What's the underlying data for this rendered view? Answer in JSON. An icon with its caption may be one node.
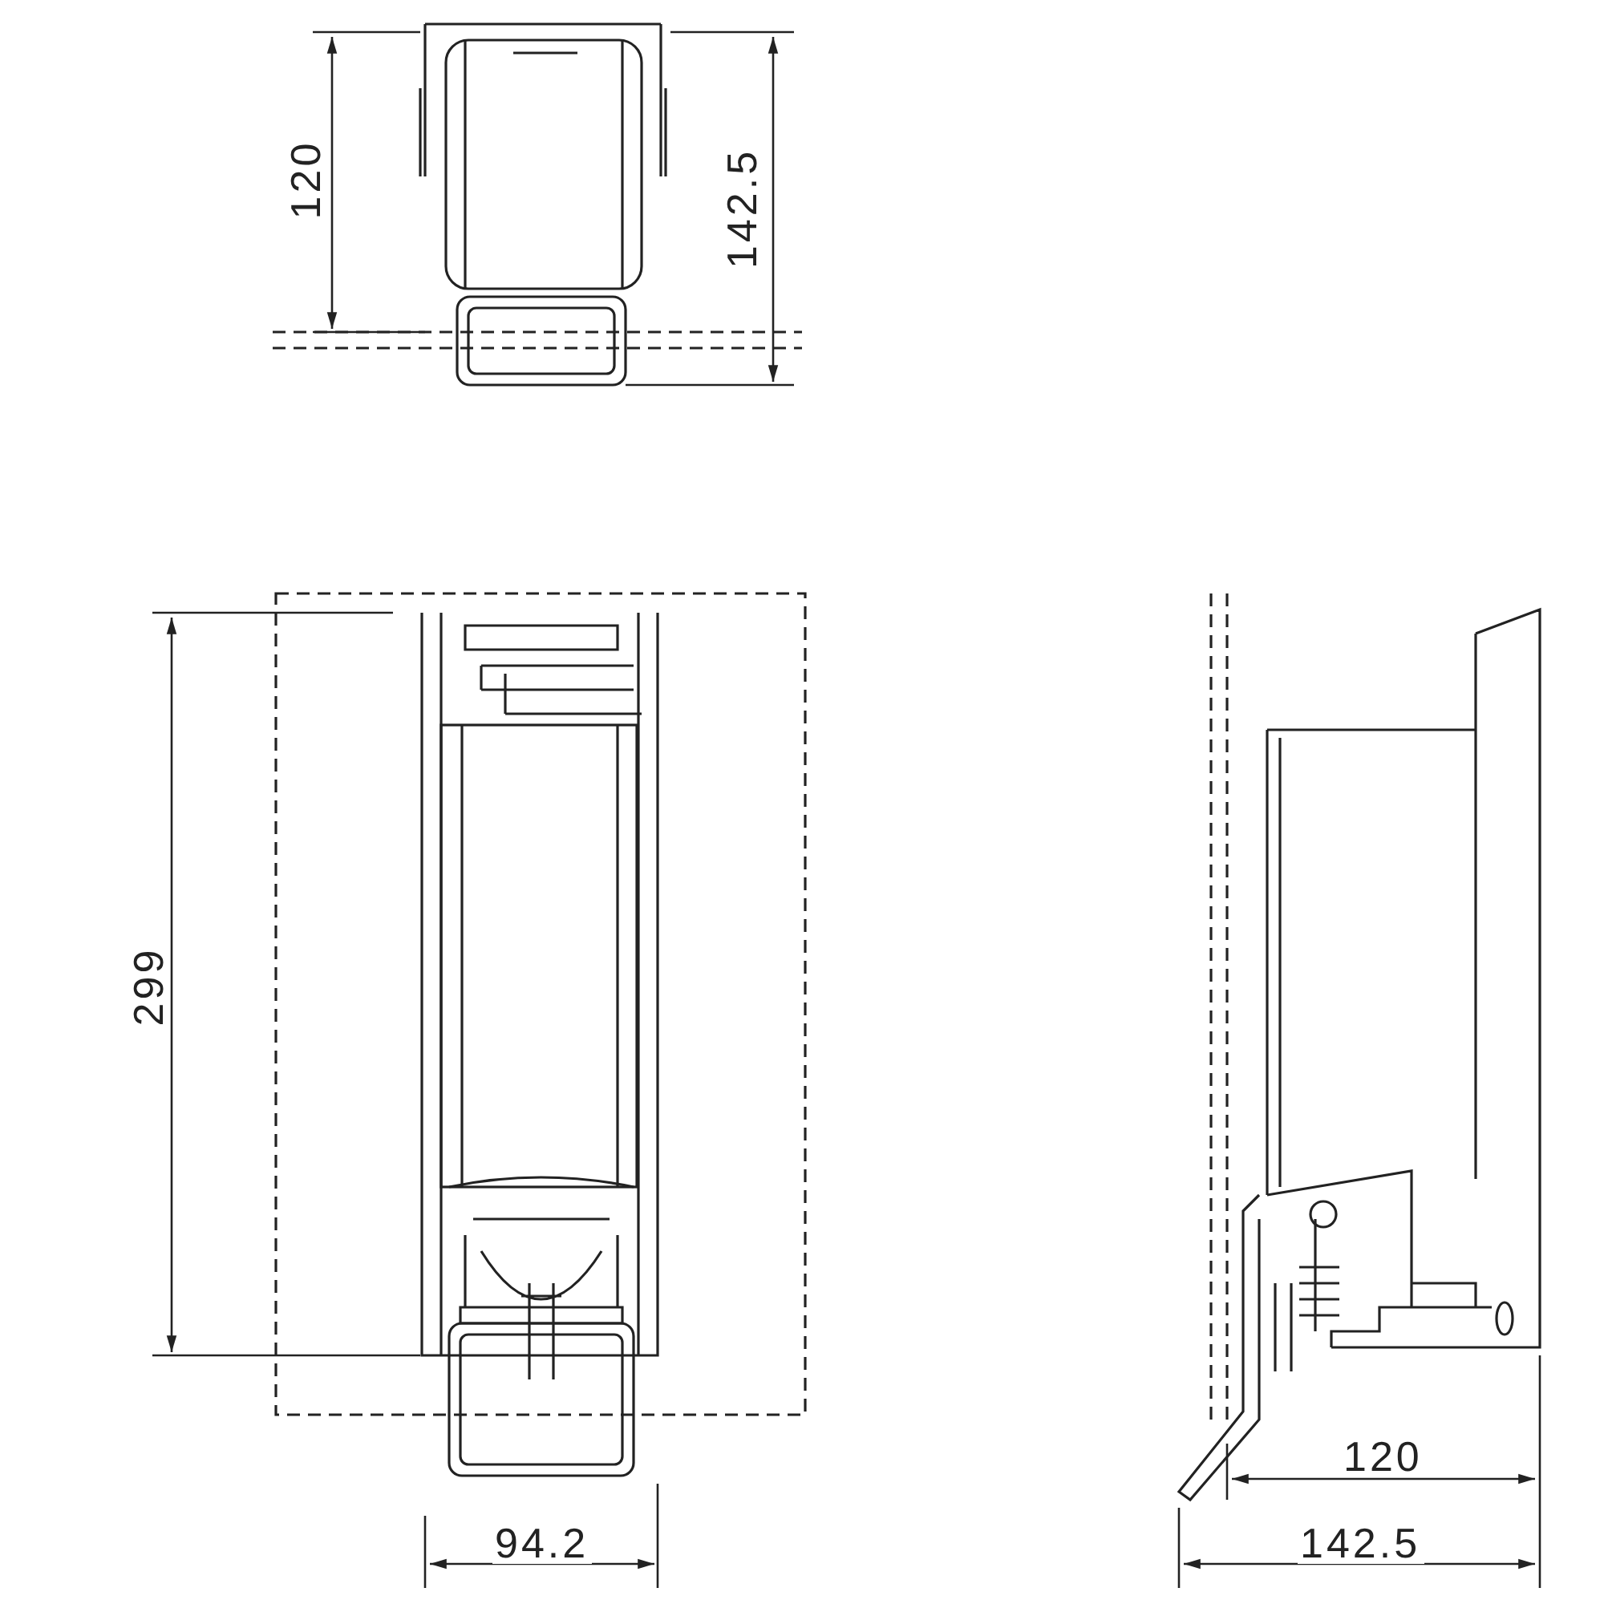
{
  "diagram": {
    "labels": [
      "120",
      "142.5",
      "299",
      "94.2",
      "120",
      "142.5"
    ]
  }
}
